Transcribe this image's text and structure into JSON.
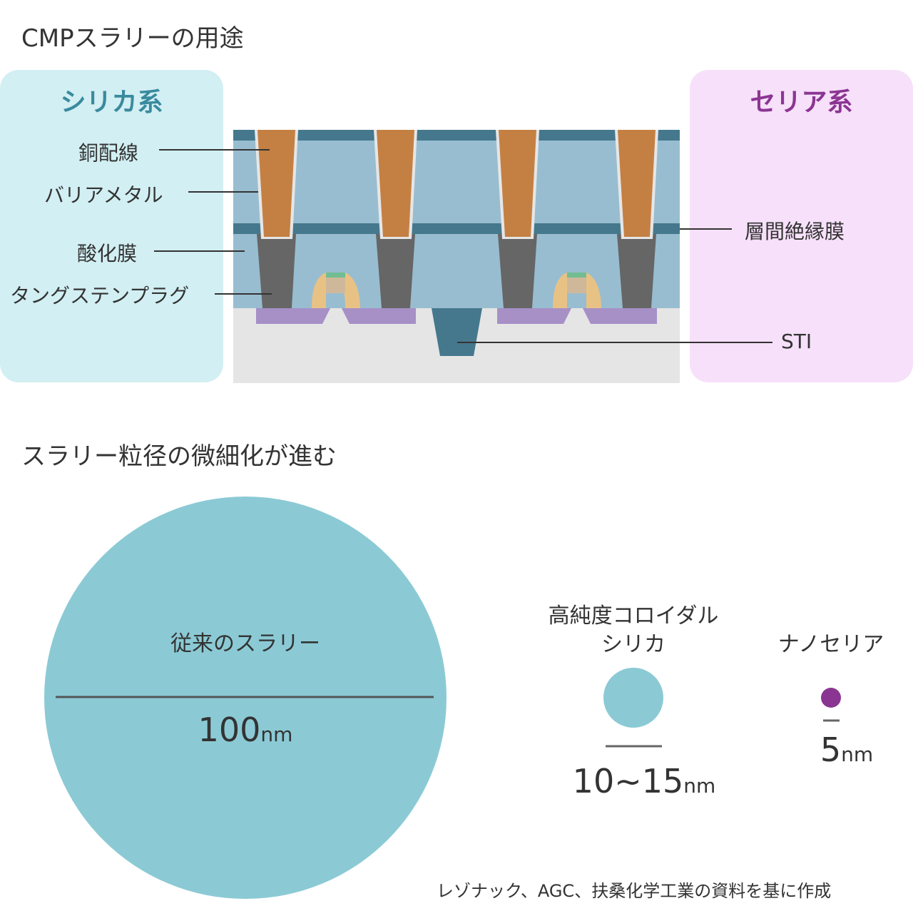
{
  "section1": {
    "title": "CMPスラリーの用途",
    "silica_panel": {
      "title": "シリカ系",
      "title_color": "#3a8a9e",
      "bg_color": "#d2eff3",
      "labels": [
        "銅配線",
        "バリアメタル",
        "酸化膜",
        "タングステンプラグ"
      ]
    },
    "ceria_panel": {
      "title": "セリア系",
      "title_color": "#8b3592",
      "bg_color": "#f7e0fa",
      "labels": [
        "層間絶縁膜",
        "STI"
      ]
    },
    "cross_section": {
      "layers": [
        {
          "name": "interlayer-insulating-film",
          "color": "#45788d"
        },
        {
          "name": "oxide-film",
          "color": "#98bdd0"
        },
        {
          "name": "copper-wiring",
          "color": "#c48043"
        },
        {
          "name": "barrier-metal",
          "color": "#e6e6e6"
        },
        {
          "name": "tungsten-plug",
          "color": "#666666"
        },
        {
          "name": "substrate",
          "color": "#e5e5e5"
        },
        {
          "name": "diffusion-region",
          "color": "#a690c6"
        },
        {
          "name": "sti",
          "color": "#45788d"
        },
        {
          "name": "sidewall-spacer",
          "color": "#e8c285"
        },
        {
          "name": "gate",
          "color": "#cfb89a"
        },
        {
          "name": "gate-top",
          "color": "#72bd92"
        }
      ]
    }
  },
  "section2": {
    "title": "スラリー粒径の微細化が進む",
    "particles": [
      {
        "name": "従来のスラリー",
        "size_number": "100",
        "size_unit": "nm",
        "color": "#8bcad5",
        "diameter_nm": 100
      },
      {
        "name_lines": [
          "高純度コロイダル",
          "シリカ"
        ],
        "size_number": "10~15",
        "size_unit": "nm",
        "color": "#8bcad5",
        "diameter_nm": 15
      },
      {
        "name": "ナノセリア",
        "size_number": "5",
        "size_unit": "nm",
        "color": "#8b3592",
        "diameter_nm": 5
      }
    ]
  },
  "source": "レゾナック、AGC、扶桑化学工業の資料を基に作成"
}
